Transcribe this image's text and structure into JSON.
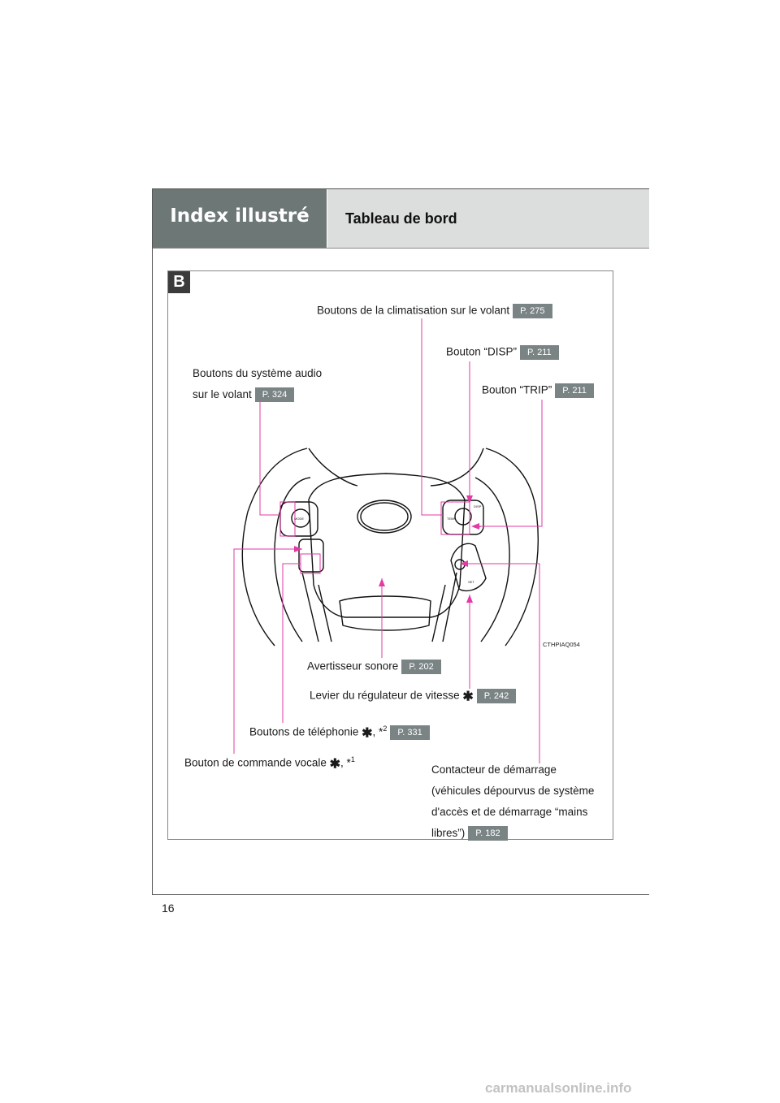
{
  "header": {
    "section": "Index illustré",
    "title": "Tableau de bord"
  },
  "panel": {
    "badge": "B",
    "image_code": "CTHPIAQ054"
  },
  "callouts": {
    "climate": {
      "label": "Boutons de la climatisation sur le volant",
      "ref": "P. 275"
    },
    "disp": {
      "label": "Bouton “DISP”",
      "ref": "P. 211"
    },
    "trip": {
      "label": "Bouton “TRIP”",
      "ref": "P. 211"
    },
    "audio": {
      "line1": "Boutons du système audio",
      "line2": "sur le volant",
      "ref": "P. 324"
    },
    "horn": {
      "label": "Avertisseur sonore",
      "ref": "P. 202"
    },
    "cruise": {
      "label": "Levier du régulateur de vitesse",
      "star": "✱",
      "ref": "P. 242"
    },
    "phone": {
      "label": "Boutons de téléphonie",
      "star": "✱",
      "note": ", *",
      "sup": "2",
      "ref": "P. 331"
    },
    "voice": {
      "label": "Bouton de commande vocale",
      "star": "✱",
      "note": ", *",
      "sup": "1"
    },
    "start": {
      "line1": "Contacteur de démarrage",
      "line2": "(véhicules dépourvus de système",
      "line3": "d'accès et de démarrage “mains",
      "line4": "libres”)",
      "ref": "P. 182"
    }
  },
  "wheel_buttons": {
    "mode": "MODE",
    "disp": "DISP",
    "trip": "TRIP",
    "temp": "TEMP",
    "set": "SET"
  },
  "colors": {
    "leader": "#e23aa6",
    "header_dark": "#6d7776",
    "header_light": "#dcdedd",
    "ref_badge": "#7b8485"
  },
  "footer": {
    "page_number": "16",
    "watermark": "carmanualsonline.info"
  }
}
